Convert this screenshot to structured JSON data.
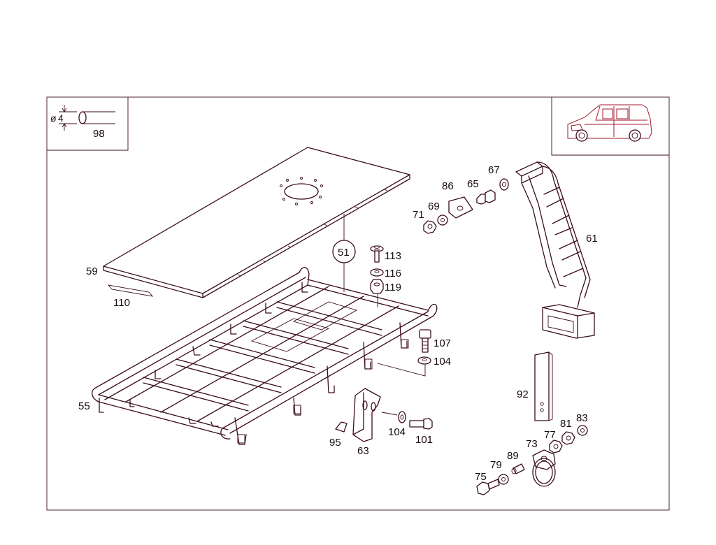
{
  "inset_tube": {
    "diameter_symbol": "ø",
    "diameter_value": "4",
    "part_number": "98"
  },
  "callout_circle": "51",
  "part_labels": {
    "p59": "59",
    "p110": "110",
    "p55": "55",
    "p113": "113",
    "p116": "116",
    "p119": "119",
    "p107": "107",
    "p104a": "104",
    "p104b": "104",
    "p101": "101",
    "p95": "95",
    "p63": "63",
    "p71": "71",
    "p69": "69",
    "p86": "86",
    "p65": "65",
    "p67": "67",
    "p61": "61",
    "p92": "92",
    "p73": "73",
    "p77": "77",
    "p81": "81",
    "p83": "83",
    "p89": "89",
    "p79": "79",
    "p75": "75"
  }
}
